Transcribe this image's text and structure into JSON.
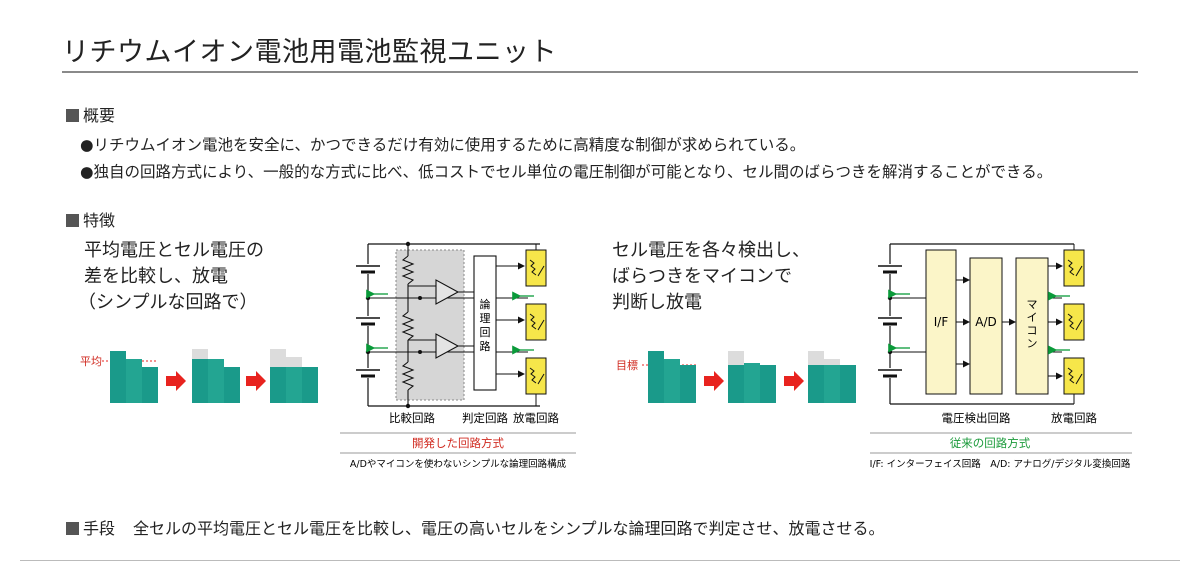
{
  "title": "リチウムイオン電池用電池監視ユニット",
  "overview": {
    "heading": "概要",
    "bullets": [
      "●リチウムイオン電池を安全に、かつできるだけ有効に使用するために高精度な制御が求められている。",
      "●独自の回路方式により、一般的な方式に比べ、低コストでセル単位の電圧制御が可能となり、セル間のばらつきを解消することができる。"
    ]
  },
  "features": {
    "heading": "特徴",
    "left": {
      "lead": [
        "平均電圧とセル電圧の",
        "差を比較し、放電",
        "（シンプルな回路で）"
      ],
      "level_label": "平均",
      "logic_label": [
        "論",
        "理",
        "回",
        "路"
      ],
      "label_compare": "比較回路",
      "label_judge": "判定回路",
      "label_discharge": "放電回路",
      "caption": "開発した回路方式",
      "sub_caption": "A/Dやマイコンを使わないシンプルな論理回路構成"
    },
    "right": {
      "lead": [
        "セル電圧を各々検出し、",
        "ばらつきをマイコンで",
        "判断し放電"
      ],
      "level_label": "目標",
      "block_if": "I/F",
      "block_ad": "A/D",
      "block_mcu": [
        "マ",
        "イ",
        "コ",
        "ン"
      ],
      "label_detect": "電圧検出回路",
      "label_discharge": "放電回路",
      "caption": "従来の回路方式",
      "sub_caption": "I/F: インターフェイス回路　A/D: アナログ/デジタル変換回路"
    }
  },
  "means": {
    "heading": "手段",
    "text": "全セルの平均電圧とセル電圧を比較し、電圧の高いセルをシンプルな論理回路で判定させ、放電させる。"
  },
  "colors": {
    "cell": "#1a9a8a",
    "arrow_red": "#e8231f",
    "green_arrow": "#0a9a3a",
    "yellow": "#f6e64a",
    "block_fill": "#fbf5c8",
    "logic_gray": "#d6d6d6",
    "caption_red": "#d02a20",
    "caption_green": "#1a9a3a"
  }
}
